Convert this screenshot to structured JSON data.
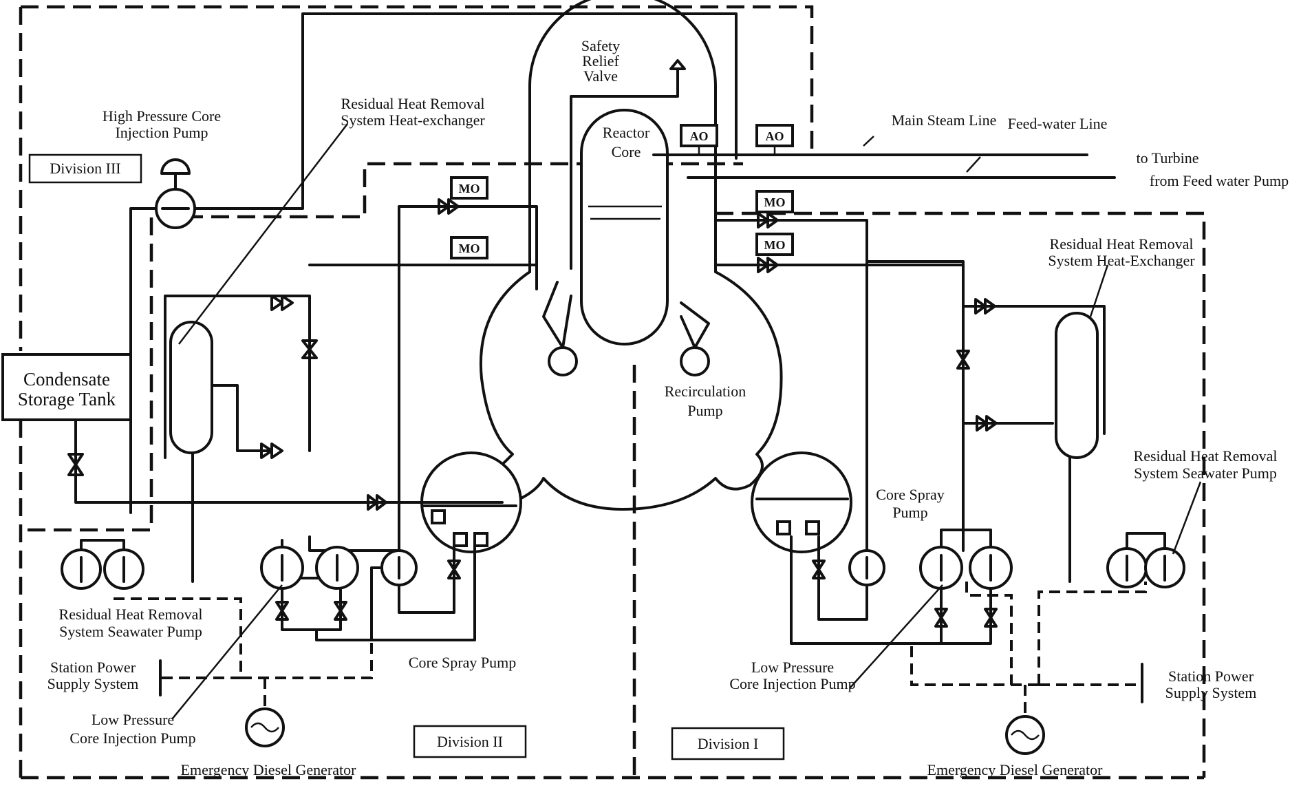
{
  "labels": {
    "safety_relief_valve": [
      "Safety",
      "Relief",
      "Valve"
    ],
    "reactor_core": [
      "Reactor",
      "Core"
    ],
    "hpci_pump": [
      "High Pressure Core",
      "Injection Pump"
    ],
    "rhr_hx_left": [
      "Residual Heat Removal",
      "System Heat-exchanger"
    ],
    "rhr_hx_right": [
      "Residual Heat Removal",
      "System Heat-Exchanger"
    ],
    "main_steam_line": "Main Steam Line",
    "feedwater_line": "Feed-water Line",
    "to_turbine": "to Turbine",
    "from_feedwater_pump": "from Feed water Pump",
    "condensate_tank": [
      "Condensate",
      "Storage Tank"
    ],
    "recirc_pump": [
      "Recirculation",
      "Pump"
    ],
    "core_spray_right": [
      "Core Spray",
      "Pump"
    ],
    "core_spray_left": "Core Spray Pump",
    "rhr_sw_left": [
      "Residual Heat Removal",
      "System Seawater Pump"
    ],
    "rhr_sw_right": [
      "Residual Heat Removal",
      "System Seawater Pump"
    ],
    "station_power_left": [
      "Station Power",
      "Supply System"
    ],
    "station_power_right": [
      "Station Power",
      "Supply System"
    ],
    "lpci_left": [
      "Low Pressure",
      "Core Injection Pump"
    ],
    "lpci_right": [
      "Low Pressure",
      "Core Injection Pump"
    ],
    "edg_left": "Emergency Diesel Generator",
    "edg_right": "Emergency Diesel Generator"
  },
  "divisions": {
    "div3": "Division  III",
    "div2": "Division  II",
    "div1": "Division  I"
  },
  "valve_tags": {
    "ao": "AO",
    "mo": "MO"
  }
}
